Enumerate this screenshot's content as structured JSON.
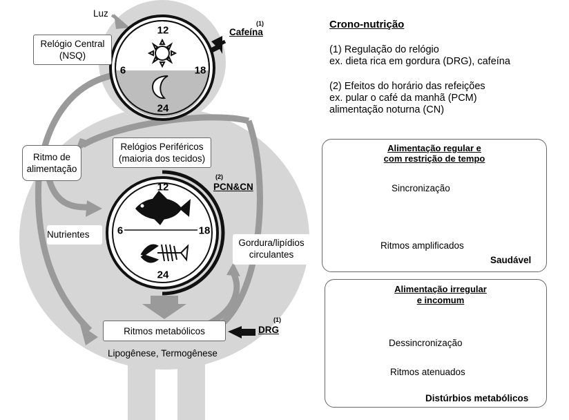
{
  "left": {
    "luz": "Luz",
    "central_clock": {
      "line1": "Relógio Central",
      "line2": "(NSQ)"
    },
    "cafeina_sup": "(1)",
    "cafeina": "Cafeína",
    "clock_top": {
      "n12": "12",
      "n6": "6",
      "n18": "18",
      "n24": "24"
    },
    "feeding_rhythm": {
      "line1": "Ritmo de",
      "line2": "alimentação"
    },
    "peripheral": {
      "line1": "Relógios Periféricos",
      "line2": "(maioria dos tecidos)"
    },
    "pcn_sup": "(2)",
    "pcn": "PCN&CN",
    "clock_mid": {
      "n12": "12",
      "n6": "6",
      "n18": "18",
      "n24": "24"
    },
    "nutrientes": "Nutrientes",
    "lipids": {
      "line1": "Gordura/lipídios",
      "line2": "circulantes"
    },
    "metabolic": "Ritmos metabólicos",
    "drg_sup": "(1)",
    "drg": "DRG",
    "lipogenese": "Lipogênese, Termogênese"
  },
  "right": {
    "title": "Crono-nutrição",
    "item1": {
      "line1": "(1) Regulação do relógio",
      "line2": "ex. dieta rica em gordura (DRG), cafeína"
    },
    "item2": {
      "line1": "(2) Efeitos do horário das refeições",
      "line2": "ex. pular o café da manhã (PCM)",
      "line3": "alimentação noturna (CN)"
    },
    "panel1": {
      "title1": "Alimentação regular e",
      "title2": "com restrição de tempo",
      "sync": "Sincronização",
      "rhythms": "Ritmos amplificados",
      "outcome": "Saudável"
    },
    "panel2": {
      "title1": "Alimentação irregular",
      "title2": "e incomum",
      "sync": "Dessincronização",
      "rhythms": "Ritmos atenuados",
      "outcome": "Distúrbios metabólicos"
    }
  },
  "colors": {
    "body": "#d6d6d6",
    "arrow": "#9a9a9a",
    "dark": "#111111",
    "line": "#666666"
  }
}
